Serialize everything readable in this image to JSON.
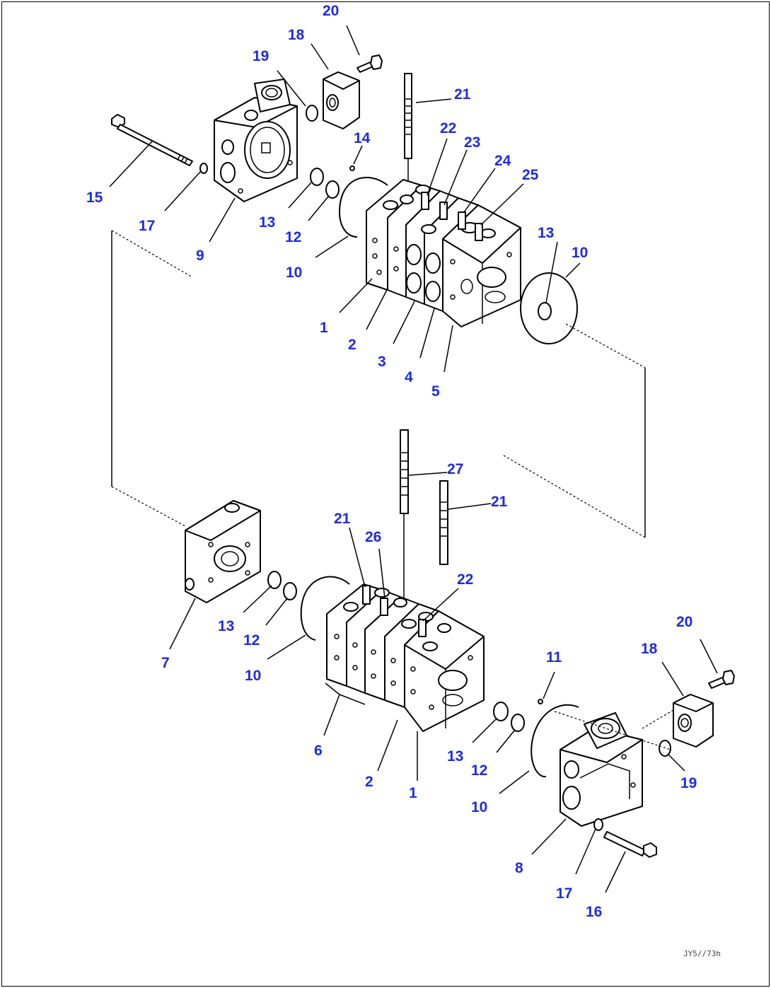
{
  "callouts": {
    "c20_top": "20",
    "c18_top": "18",
    "c19_top": "19",
    "c21_top": "21",
    "c22_top": "22",
    "c23": "23",
    "c24": "24",
    "c25": "25",
    "c14": "14",
    "c15": "15",
    "c17_top": "17",
    "c9": "9",
    "c13_top_left": "13",
    "c12_top": "12",
    "c10_top_left": "10",
    "c13_top_right": "13",
    "c10_top_right": "10",
    "c1_top": "1",
    "c2_top": "2",
    "c3": "3",
    "c4": "4",
    "c5": "5",
    "c27": "27",
    "c21_mid": "21",
    "c21_bottom": "21",
    "c26": "26",
    "c22_bottom": "22",
    "c7": "7",
    "c13_bottom_left": "13",
    "c12_bottom_left": "12",
    "c10_bottom_left": "10",
    "c6": "6",
    "c2_bottom": "2",
    "c1_bottom": "1",
    "c11": "11",
    "c13_bottom_right": "13",
    "c12_bottom_right": "12",
    "c10_bottom_right": "10",
    "c20_bottom": "20",
    "c18_bottom": "18",
    "c19_bottom": "19",
    "c8": "8",
    "c17_bottom": "17",
    "c16": "16"
  },
  "drawing_code": "JY5//73h",
  "colors": {
    "callout": "#1f2bd8",
    "line": "#000000"
  }
}
